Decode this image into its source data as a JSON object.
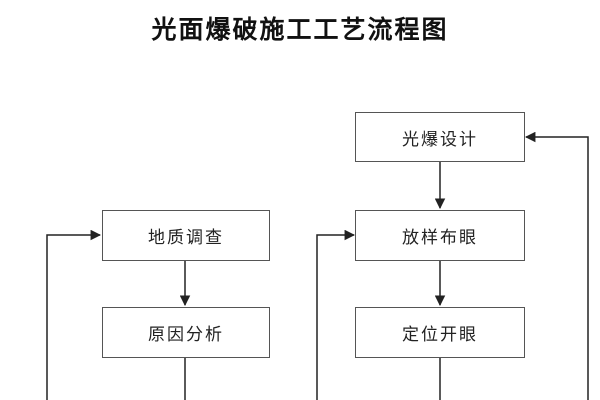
{
  "title": "光面爆破施工工艺流程图",
  "nodes": {
    "survey": "地质调查",
    "analysis": "原因分析",
    "design": "光爆设计",
    "layout": "放样布眼",
    "drilling": "定位开眼"
  },
  "colors": {
    "line": "#222222",
    "box_border": "#555555",
    "text": "#222222"
  }
}
